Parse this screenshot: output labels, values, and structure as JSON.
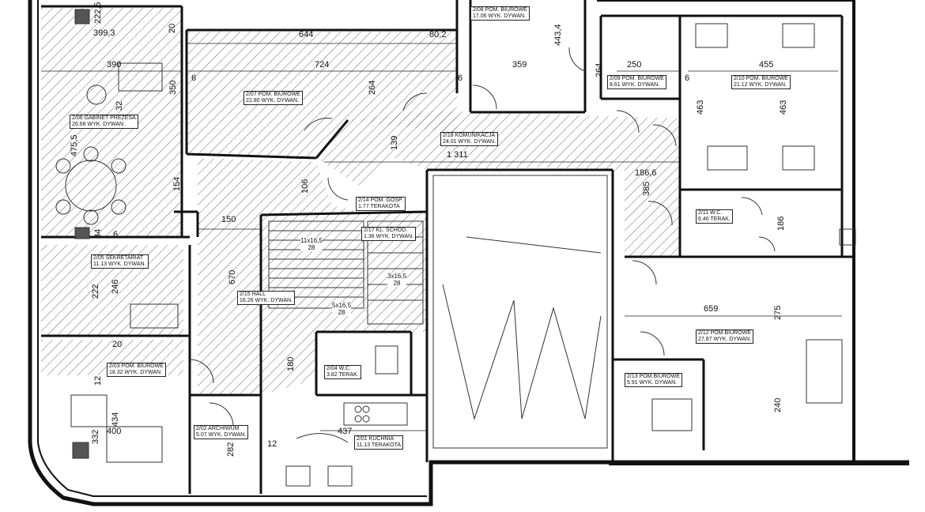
{
  "rooms": [
    {
      "id": "r206",
      "l1": "2/06  GABINET PREZESA",
      "l2": "26.66  WYK. DYWAN."
    },
    {
      "id": "r207",
      "l1": "2/07  POM. BIUROWE",
      "l2": "22.80  WYK. DYWAN."
    },
    {
      "id": "r208",
      "l1": "2/08  POM. BIUROWE",
      "l2": "17.06  WYK. DYWAN."
    },
    {
      "id": "r209",
      "l1": "2/09  POM. BIUROWE",
      "l2": "8.61  WYK. DYWAN."
    },
    {
      "id": "r210",
      "l1": "2/10  POM. BIUROWE",
      "l2": "21.12  WYK. DYWAN."
    },
    {
      "id": "r218",
      "l1": "2/18  KOMUNIKACJA",
      "l2": "24.01  WYK. DYWAN."
    },
    {
      "id": "r214",
      "l1": "2/14  POM. GOSP.",
      "l2": "1.77  TERAKOTA"
    },
    {
      "id": "r217",
      "l1": "2/17  KL. SCHOD.",
      "l2": "1.36  WYK. DYWAN."
    },
    {
      "id": "r211",
      "l1": "2/11  W.C.",
      "l2": "6.46  TERAK."
    },
    {
      "id": "r205",
      "l1": "2/05  SEKRETARIAT",
      "l2": "11.13  WYK. DYWAN."
    },
    {
      "id": "r215",
      "l1": "2/15  HALL",
      "l2": "16.26  WYK. DYWAN."
    },
    {
      "id": "r203",
      "l1": "2/03  POM. BIUROWE",
      "l2": "18.32  WYK. DYWAN."
    },
    {
      "id": "r204",
      "l1": "2/04  W.C.",
      "l2": "3.82  TERAK."
    },
    {
      "id": "r212",
      "l1": "2/12  POM.BIUROWE",
      "l2": "27.87  WYK. DYWAN."
    },
    {
      "id": "r213",
      "l1": "2/13  POM.BIUROWE",
      "l2": "5.91  WYK. DYWAN."
    },
    {
      "id": "r202",
      "l1": "2/02  ARCHIWUM",
      "l2": "5.07  WYK. DYWAN."
    },
    {
      "id": "r201",
      "l1": "2/01  KUCHNIA",
      "l2": "11.13  TERAKOTA"
    }
  ],
  "dimensions": {
    "d2225": "222,5",
    "d3993": "399,3",
    "d20a": "20",
    "d644": "644",
    "d802": "80,2",
    "d4434": "443,4",
    "d390": "390",
    "d724": "724",
    "d264a": "264",
    "d359": "359",
    "d264b": "264",
    "d250": "250",
    "d455": "455",
    "d350": "350",
    "d6a": "6",
    "d32": "32",
    "d6b": "6",
    "d6c": "6",
    "d4755": "475,5",
    "d463a": "463",
    "d463b": "463",
    "d139": "139",
    "d1311": "1 311",
    "d1866": "186,6",
    "d154": "154",
    "d106": "106",
    "d385": "385",
    "d150": "150",
    "d34": "34",
    "d6d": "6",
    "d186": "186",
    "d670": "670",
    "d222": "222",
    "d246": "246",
    "d659": "659",
    "d275": "275",
    "d20b": "20",
    "d180": "180",
    "d240": "240",
    "d12a": "12",
    "d434": "434",
    "d400": "400",
    "d332": "332",
    "d12b": "12",
    "d437": "437",
    "d282": "282"
  },
  "stairs": {
    "s1a": "11x16,5",
    "s1b": "28",
    "s2a": "5x16,5",
    "s2b": "28",
    "s3a": "3x16,5",
    "s3b": "28"
  }
}
